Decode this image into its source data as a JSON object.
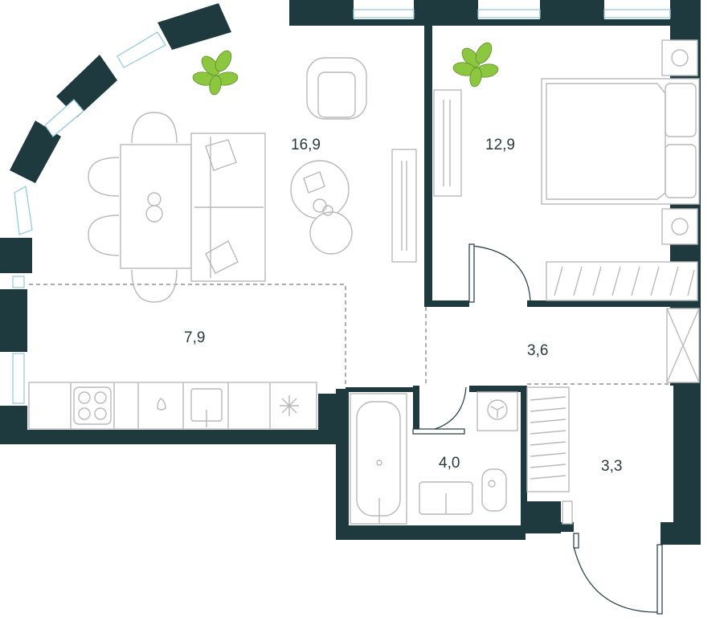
{
  "rooms": [
    {
      "id": "living",
      "area": "16,9"
    },
    {
      "id": "bedroom",
      "area": "12,9"
    },
    {
      "id": "kitchen",
      "area": "7,9"
    },
    {
      "id": "hall",
      "area": "3,6"
    },
    {
      "id": "bathroom",
      "area": "4,0"
    },
    {
      "id": "entrance",
      "area": "3,3"
    }
  ],
  "colors": {
    "wall": "#1f3a3f",
    "window_frame": "#8cc8dc",
    "furniture_line": "#b9b9b9",
    "zone_dash": "#7a7a7a",
    "plant": "#8dc63f"
  }
}
